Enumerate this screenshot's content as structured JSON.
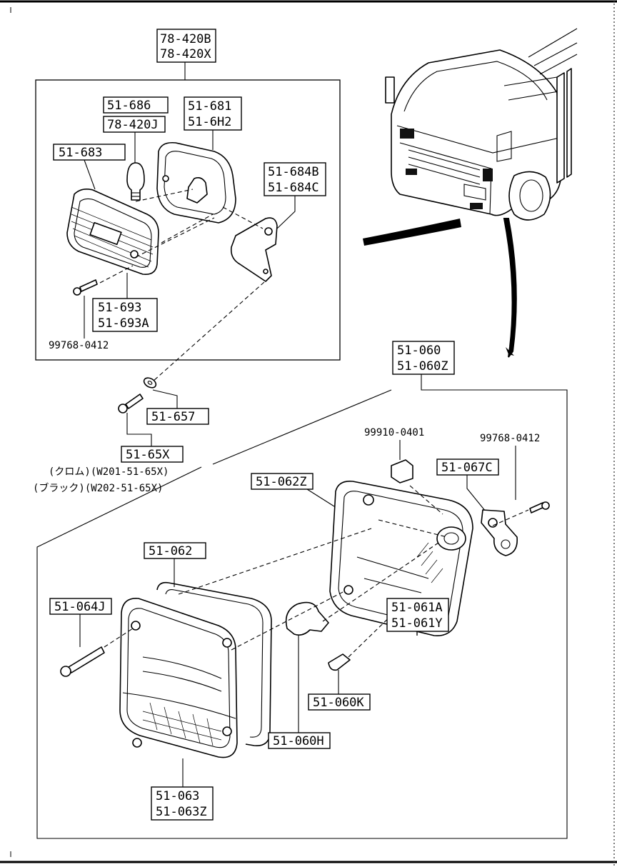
{
  "upper_assembly": {
    "codes": [
      "78-420B",
      "78-420X"
    ]
  },
  "upper_parts": {
    "bulb_code": "51-686",
    "bulb_kit_code": "78-420J",
    "housing_codes": [
      "51-681",
      "51-6H2"
    ],
    "lens_code": "51-683",
    "bracket_codes": [
      "51-684B",
      "51-684C"
    ],
    "gasket_codes": [
      "51-693",
      "51-693A"
    ],
    "screw_code": "99768-0412"
  },
  "mount_parts": {
    "washer_code": "51-657",
    "screw_set_code": "51-65X",
    "note_chrome": "(クロム)(W201-51-65X)",
    "note_black": "(ブラック)(W202-51-65X)"
  },
  "lower_assembly": {
    "codes": [
      "51-060",
      "51-060Z"
    ]
  },
  "lower_parts": {
    "clip_code": "99910-0401",
    "screw_code": "99768-0412",
    "bracket_code": "51-067C",
    "grommet_code": "51-062Z",
    "gasket_code": "51-062",
    "lens_screw_code": "51-064J",
    "housing_codes": [
      "51-061A",
      "51-061Y"
    ],
    "small_bulb_code": "51-060K",
    "bulb_code": "51-060H",
    "lens_codes": [
      "51-063",
      "51-063Z"
    ]
  },
  "colors": {
    "ink": "#000000",
    "paper": "#ffffff"
  }
}
